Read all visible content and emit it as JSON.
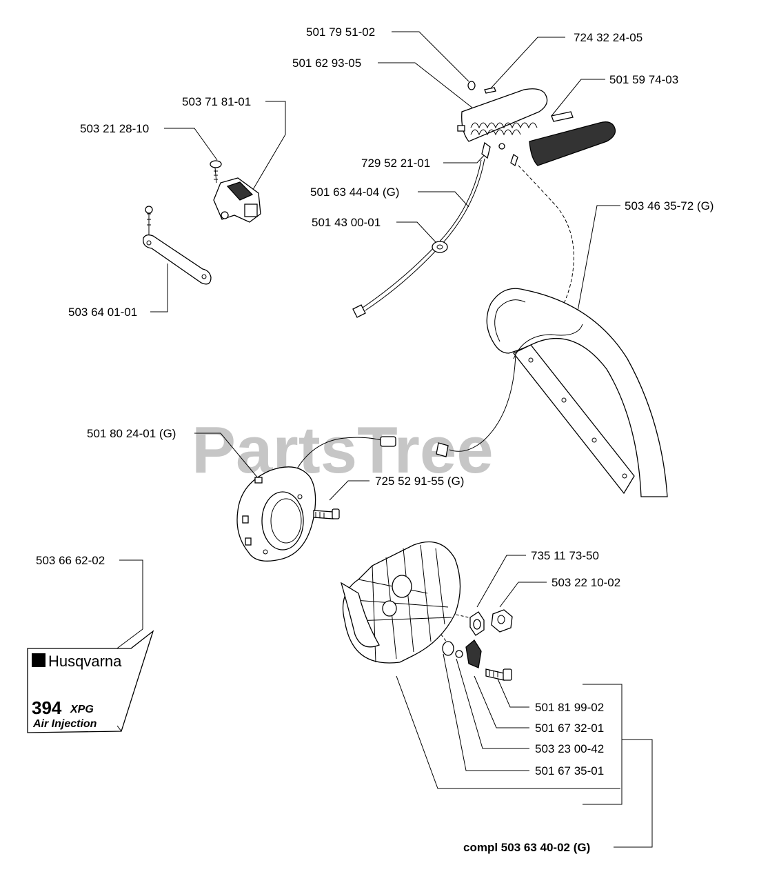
{
  "watermark": "PartsTree",
  "decal": {
    "brand": "Husqvarna",
    "model": "394",
    "model_suffix": "XPG",
    "subtitle": "Air Injection"
  },
  "labels": {
    "p1": "501 79 51-02",
    "p2": "724 32 24-05",
    "p3": "501 62 93-05",
    "p4": "501 59 74-03",
    "p5": "503 71 81-01",
    "p6": "503 21 28-10",
    "p7": "729 52 21-01",
    "p8": "501 63 44-04 (G)",
    "p9": "501 43 00-01",
    "p10": "503 46 35-72 (G)",
    "p11": "503 64 01-01",
    "p12": "501 80 24-01 (G)",
    "p13": "725 52 91-55 (G)",
    "p14": "735 11 73-50",
    "p15": "503 22 10-02",
    "p16": "503 66 62-02",
    "p17": "501 81 99-02",
    "p18": "501 67 32-01",
    "p19": "503 23 00-42",
    "p20": "501 67 35-01",
    "p21": "compl 503 63 40-02 (G)"
  }
}
